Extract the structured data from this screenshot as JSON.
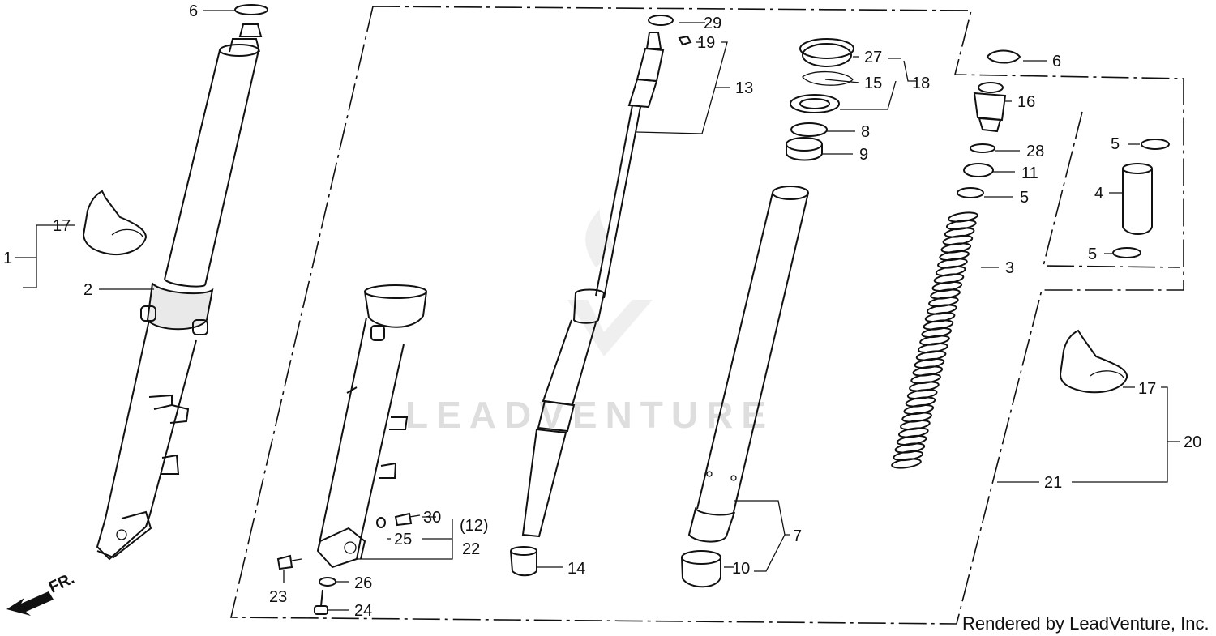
{
  "diagram": {
    "watermark": "LEADVENTURE",
    "credit": "Rendered by LeadVenture, Inc.",
    "direction_label": "FR.",
    "callouts": {
      "c1": "1",
      "c2": "2",
      "c3": "3",
      "c4": "4",
      "c5a": "5",
      "c5b": "5",
      "c5c": "5",
      "c6a": "6",
      "c6b": "6",
      "c7": "7",
      "c8": "8",
      "c9": "9",
      "c10": "10",
      "c11": "11",
      "c12": "(12)",
      "c13": "13",
      "c14": "14",
      "c15": "15",
      "c16": "16",
      "c17a": "17",
      "c17b": "17",
      "c18": "18",
      "c19": "19",
      "c20": "20",
      "c21": "21",
      "c22": "22",
      "c23": "23",
      "c24": "24",
      "c25": "25",
      "c26": "26",
      "c27": "27",
      "c28": "28",
      "c29": "29",
      "c30": "30"
    }
  }
}
